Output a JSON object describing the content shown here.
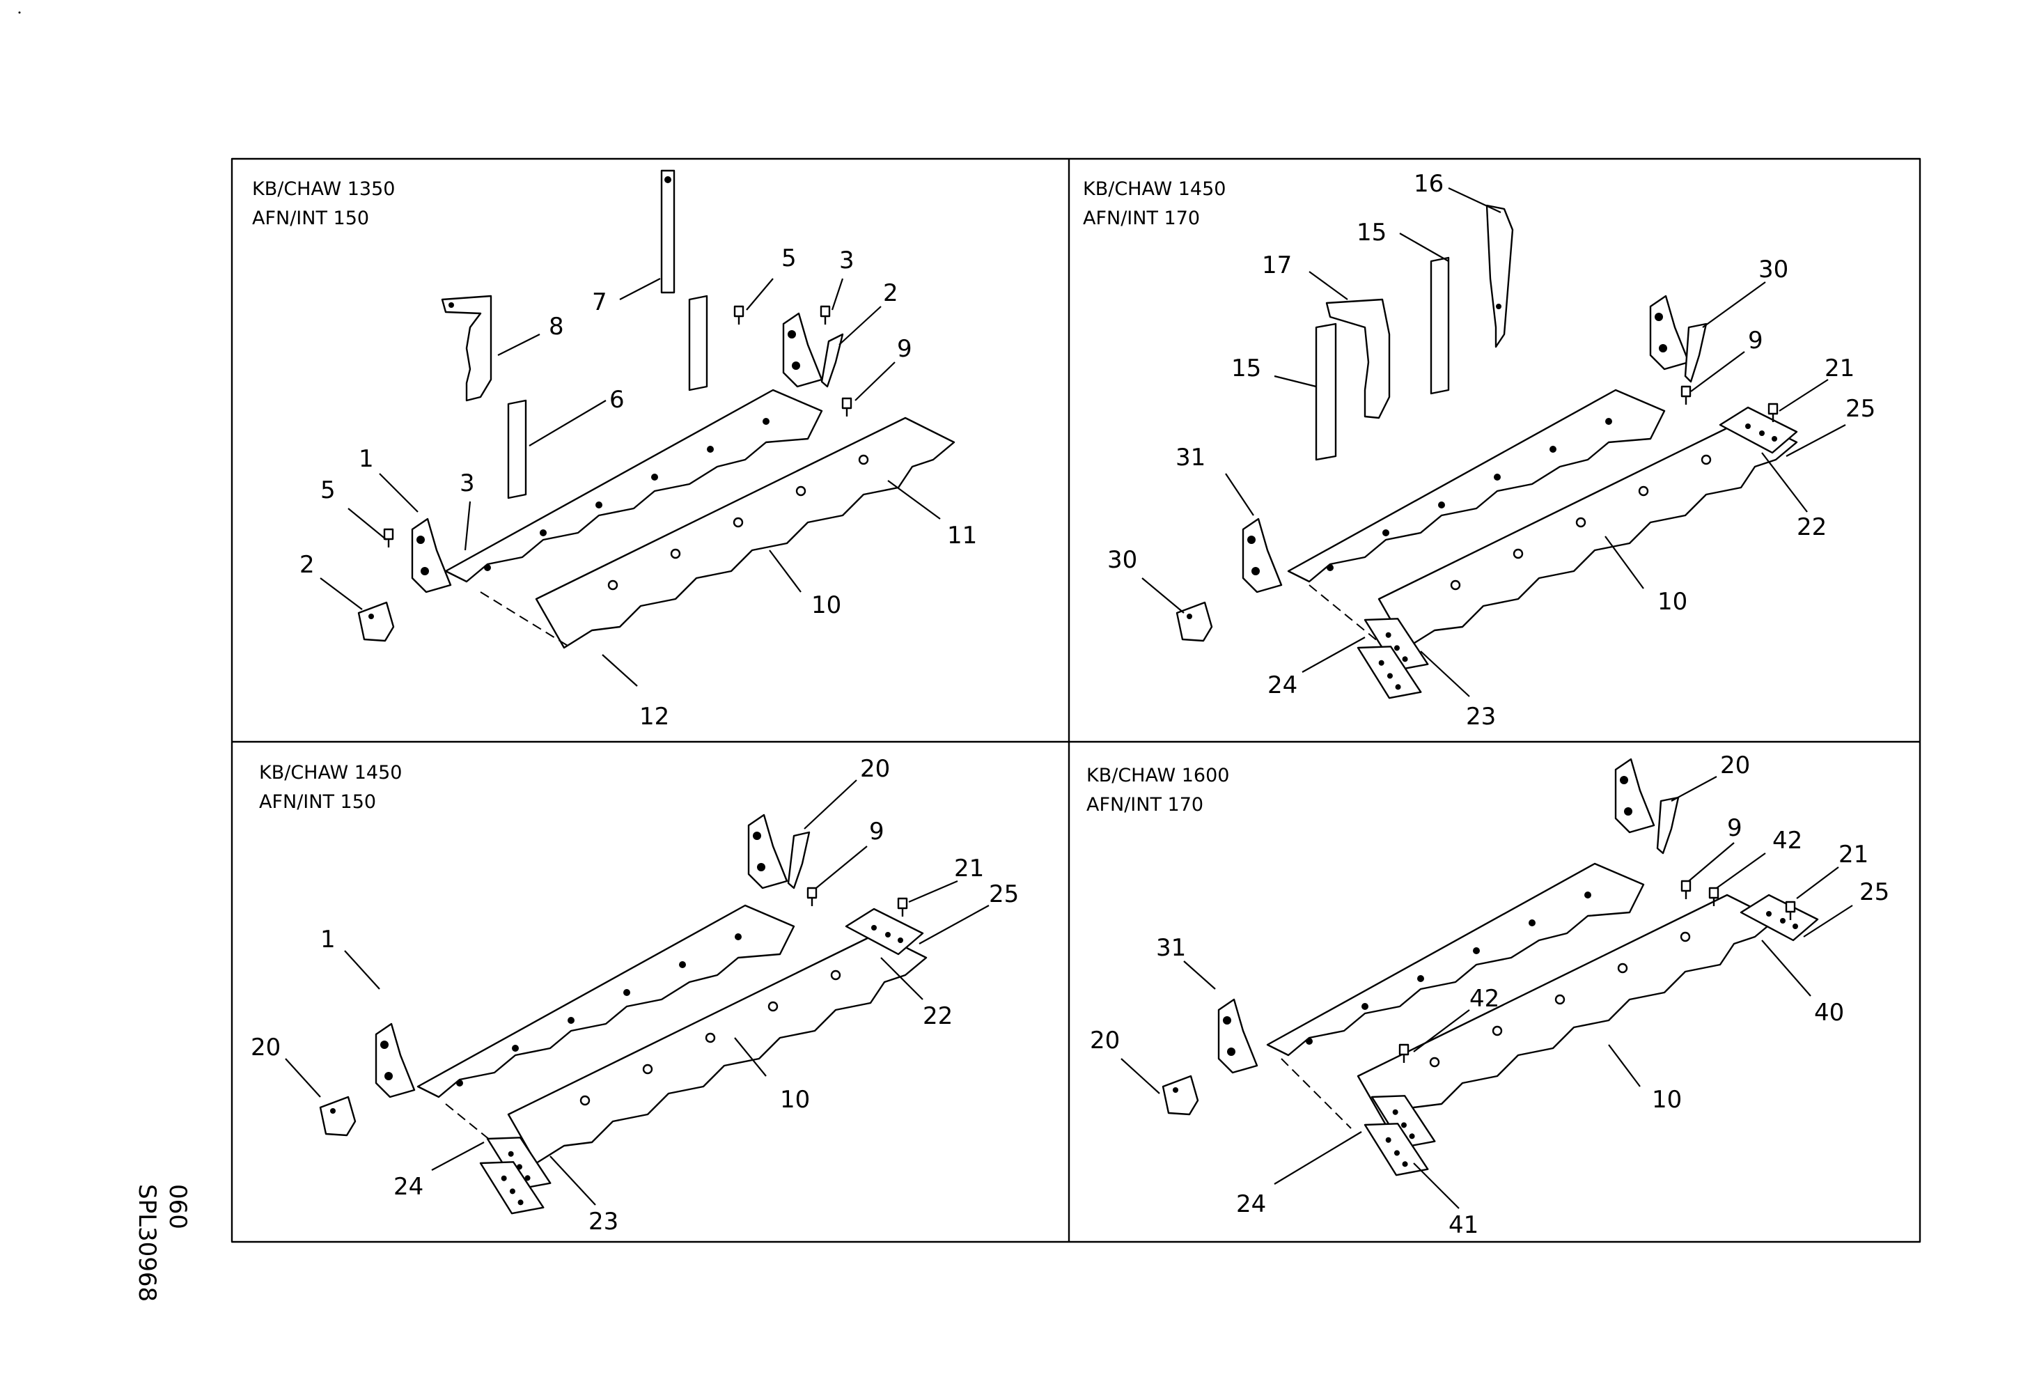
{
  "sheet": {
    "document_id": "SPL30968",
    "sheet_number": "060"
  },
  "panels": [
    {
      "header": [
        "KB/CHAW 1350",
        "AFN/INT 150"
      ],
      "callouts": [
        "8",
        "7",
        "5",
        "3",
        "2",
        "9",
        "6",
        "1",
        "3",
        "5",
        "2",
        "11",
        "10",
        "12"
      ]
    },
    {
      "header": [
        "KB/CHAW 1450",
        "AFN/INT 170"
      ],
      "callouts": [
        "16",
        "15",
        "17",
        "30",
        "9",
        "21",
        "15",
        "25",
        "31",
        "22",
        "30",
        "10",
        "24",
        "23"
      ]
    },
    {
      "header": [
        "KB/CHAW 1450",
        "AFN/INT 150"
      ],
      "callouts": [
        "20",
        "9",
        "21",
        "25",
        "1",
        "22",
        "20",
        "10",
        "24",
        "23"
      ]
    },
    {
      "header": [
        "KB/CHAW 1600",
        "AFN/INT 170"
      ],
      "callouts": [
        "20",
        "9",
        "42",
        "21",
        "25",
        "31",
        "40",
        "42",
        "20",
        "10",
        "24",
        "41"
      ]
    }
  ]
}
